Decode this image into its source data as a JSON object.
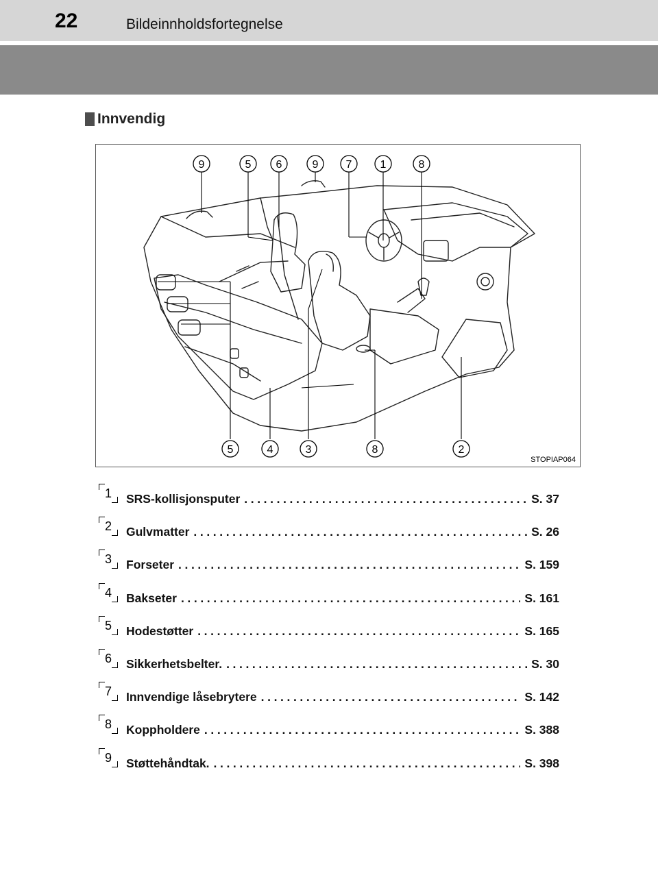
{
  "header": {
    "page_number": "22",
    "chapter_title": "Bildeinnholdsfortegnelse"
  },
  "section": {
    "title": "Innvendig"
  },
  "figure": {
    "code": "STOPIAP064",
    "callouts_top": [
      "9",
      "5",
      "6",
      "9",
      "7",
      "1",
      "8"
    ],
    "callouts_bottom": [
      "5",
      "4",
      "3",
      "8",
      "2"
    ]
  },
  "index": [
    {
      "num": "1",
      "label": "SRS-kollisjonsputer",
      "page": "S. 37"
    },
    {
      "num": "2",
      "label": "Gulvmatter",
      "page": "S. 26"
    },
    {
      "num": "3",
      "label": "Forseter",
      "page": "S. 159"
    },
    {
      "num": "4",
      "label": "Bakseter",
      "page": "S. 161"
    },
    {
      "num": "5",
      "label": "Hodestøtter",
      "page": "S. 165"
    },
    {
      "num": "6",
      "label": "Sikkerhetsbelter.",
      "page": "S. 30"
    },
    {
      "num": "7",
      "label": "Innvendige låsebrytere",
      "page": "S. 142"
    },
    {
      "num": "8",
      "label": "Koppholdere",
      "page": "S. 388"
    },
    {
      "num": "9",
      "label": "Støttehåndtak.",
      "page": "S. 398"
    }
  ]
}
